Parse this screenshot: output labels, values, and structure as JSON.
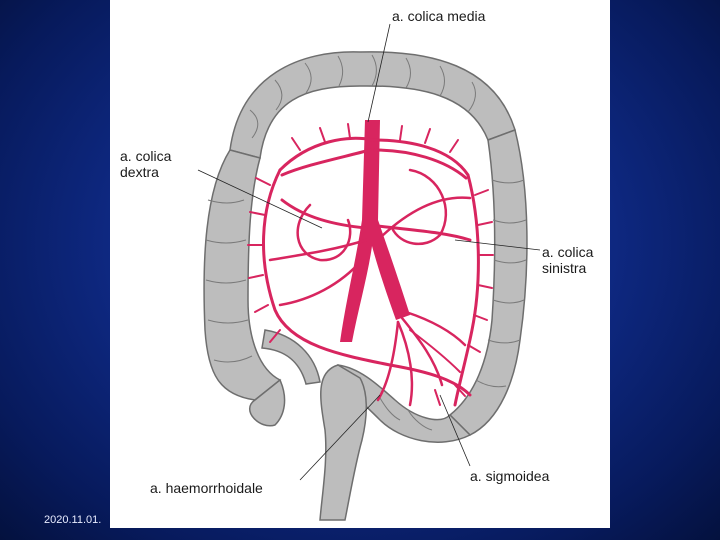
{
  "labels": {
    "colica_media": "a. colica media",
    "colica_dextra_line1": "a. colica",
    "colica_dextra_line2": "dextra",
    "colica_sinistra_line1": "a. colica",
    "colica_sinistra_line2": "sinistra",
    "haemorrhoidale": "a. haemorrhoidale",
    "sigmoidea": "a. sigmoidea"
  },
  "footer": {
    "date": "2020.11.01."
  },
  "colors": {
    "background": "#0f2a86",
    "colon_fill": "#bdbdbd",
    "colon_outline": "#6e6e6e",
    "artery": "#d8255f",
    "panel": "#ffffff"
  }
}
